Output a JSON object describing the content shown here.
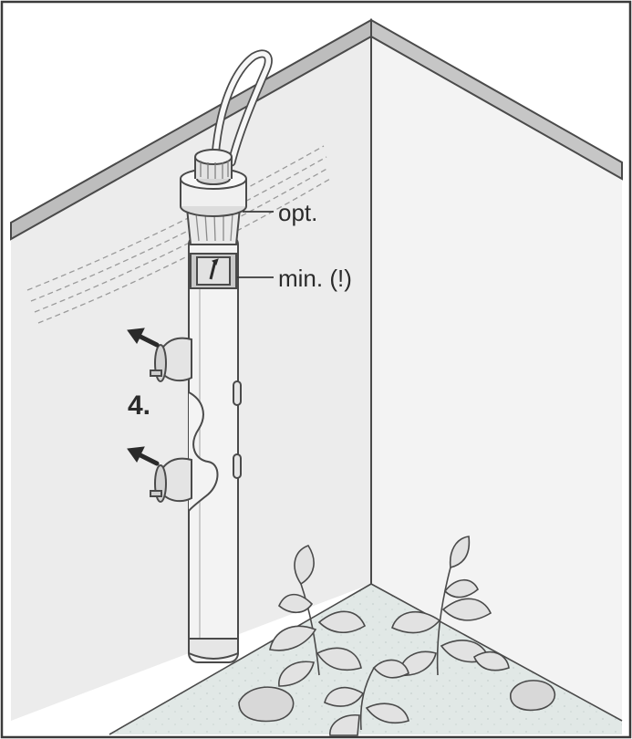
{
  "labels": {
    "opt": "opt.",
    "min": "min. (!)",
    "step": "4."
  },
  "colors": {
    "line": "#4a4a4a",
    "wall": "#ececec",
    "wall_right": "#f1f1f1",
    "floor": "#e2e9e7",
    "tube": "#f4f4f4",
    "accent_dark": "#2a2a2a"
  },
  "icons": {
    "heater": "aquarium-heater-icon",
    "suction_cup": "suction-cup-icon",
    "push_arrow": "arrow-icon",
    "plant": "aquatic-plant-icon"
  }
}
